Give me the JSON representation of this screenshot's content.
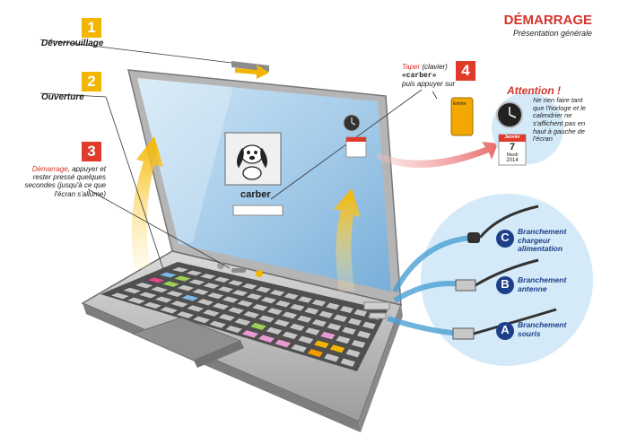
{
  "title": "DÉMARRAGE",
  "subtitle": "Présentation générale",
  "steps": [
    {
      "num": "1",
      "label": "Déverrouillage"
    },
    {
      "num": "2",
      "label": "Ouverture"
    },
    {
      "num": "3",
      "label_em": "Démarrage",
      "label_rest": ", appuyer et rester pressé quelques secondes (jusqu'à ce que l'écran s'allume)"
    },
    {
      "num": "4",
      "label_em": "Taper",
      "label_mid": " (clavier)",
      "code": "«carber»",
      "label_end": "puis appuyer sur"
    }
  ],
  "login": {
    "username": "carber"
  },
  "entree_key": "Entrée",
  "attention": {
    "title": "Attention !",
    "text": "Ne rien faire tant que l'horloge et le calendrier ne s'affichent pas en haut à gauche de l'écran"
  },
  "calendar": {
    "month": "Janvier",
    "day": "7",
    "weekday": "Mardi",
    "year": "2014"
  },
  "connectors": [
    {
      "letter": "C",
      "label": "Branchement chargeur alimentation"
    },
    {
      "letter": "B",
      "label": "Branchement antenne"
    },
    {
      "letter": "A",
      "label": "Branchement souris"
    }
  ],
  "colors": {
    "yellow": "#f2b600",
    "red": "#e03a2a",
    "blue": "#1d3f8a",
    "bubble": "#d4eaf8"
  }
}
